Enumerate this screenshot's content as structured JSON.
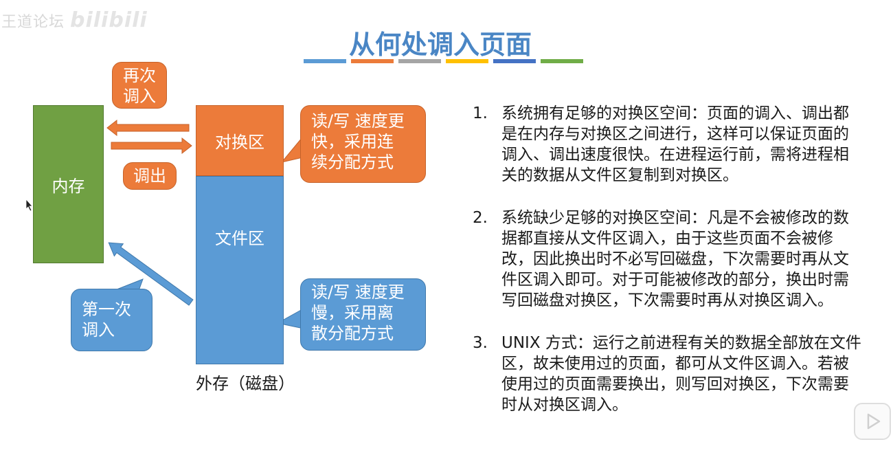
{
  "watermark": {
    "text": "王道论坛",
    "logo": "bilibili"
  },
  "title": "从何处调入页面",
  "title_bar_colors": [
    "#5b9bd5",
    "#ec7b3a",
    "#a5a5a5",
    "#ffc000",
    "#4472c4",
    "#70ad47"
  ],
  "diagram": {
    "memory": "内存",
    "swap_area": "对换区",
    "file_area": "文件区",
    "external_label": "外存（磁盘）",
    "callout_again": [
      "再次",
      "调入"
    ],
    "callout_out": "调出",
    "callout_first": [
      "第一次",
      "调入"
    ],
    "callout_fast": [
      "读/写 速度更",
      "快，采用连",
      "续分配方式"
    ],
    "callout_slow": [
      "读/写 速度更",
      "慢，采用离",
      "散分配方式"
    ]
  },
  "points": [
    {
      "num": "1.",
      "text": "系统拥有足够的对换区空间：页面的调入、调出都是在内存与对换区之间进行，这样可以保证页面的调入、调出速度很快。在进程运行前，需将进程相关的数据从文件区复制到对换区。"
    },
    {
      "num": "2.",
      "text": "系统缺少足够的对换区空间：凡是不会被修改的数据都直接从文件区调入，由于这些页面不会被修改，因此换出时不必写回磁盘，下次需要时再从文件区调入即可。对于可能被修改的部分，换出时需写回磁盘对换区，下次需要时再从对换区调入。"
    },
    {
      "num": "3.",
      "text": "UNIX 方式：运行之前进程有关的数据全部放在文件区，故未使用过的页面，都可从文件区调入。若被使用过的页面需要换出，则写回对换区，下次需要时从对换区调入。"
    }
  ]
}
